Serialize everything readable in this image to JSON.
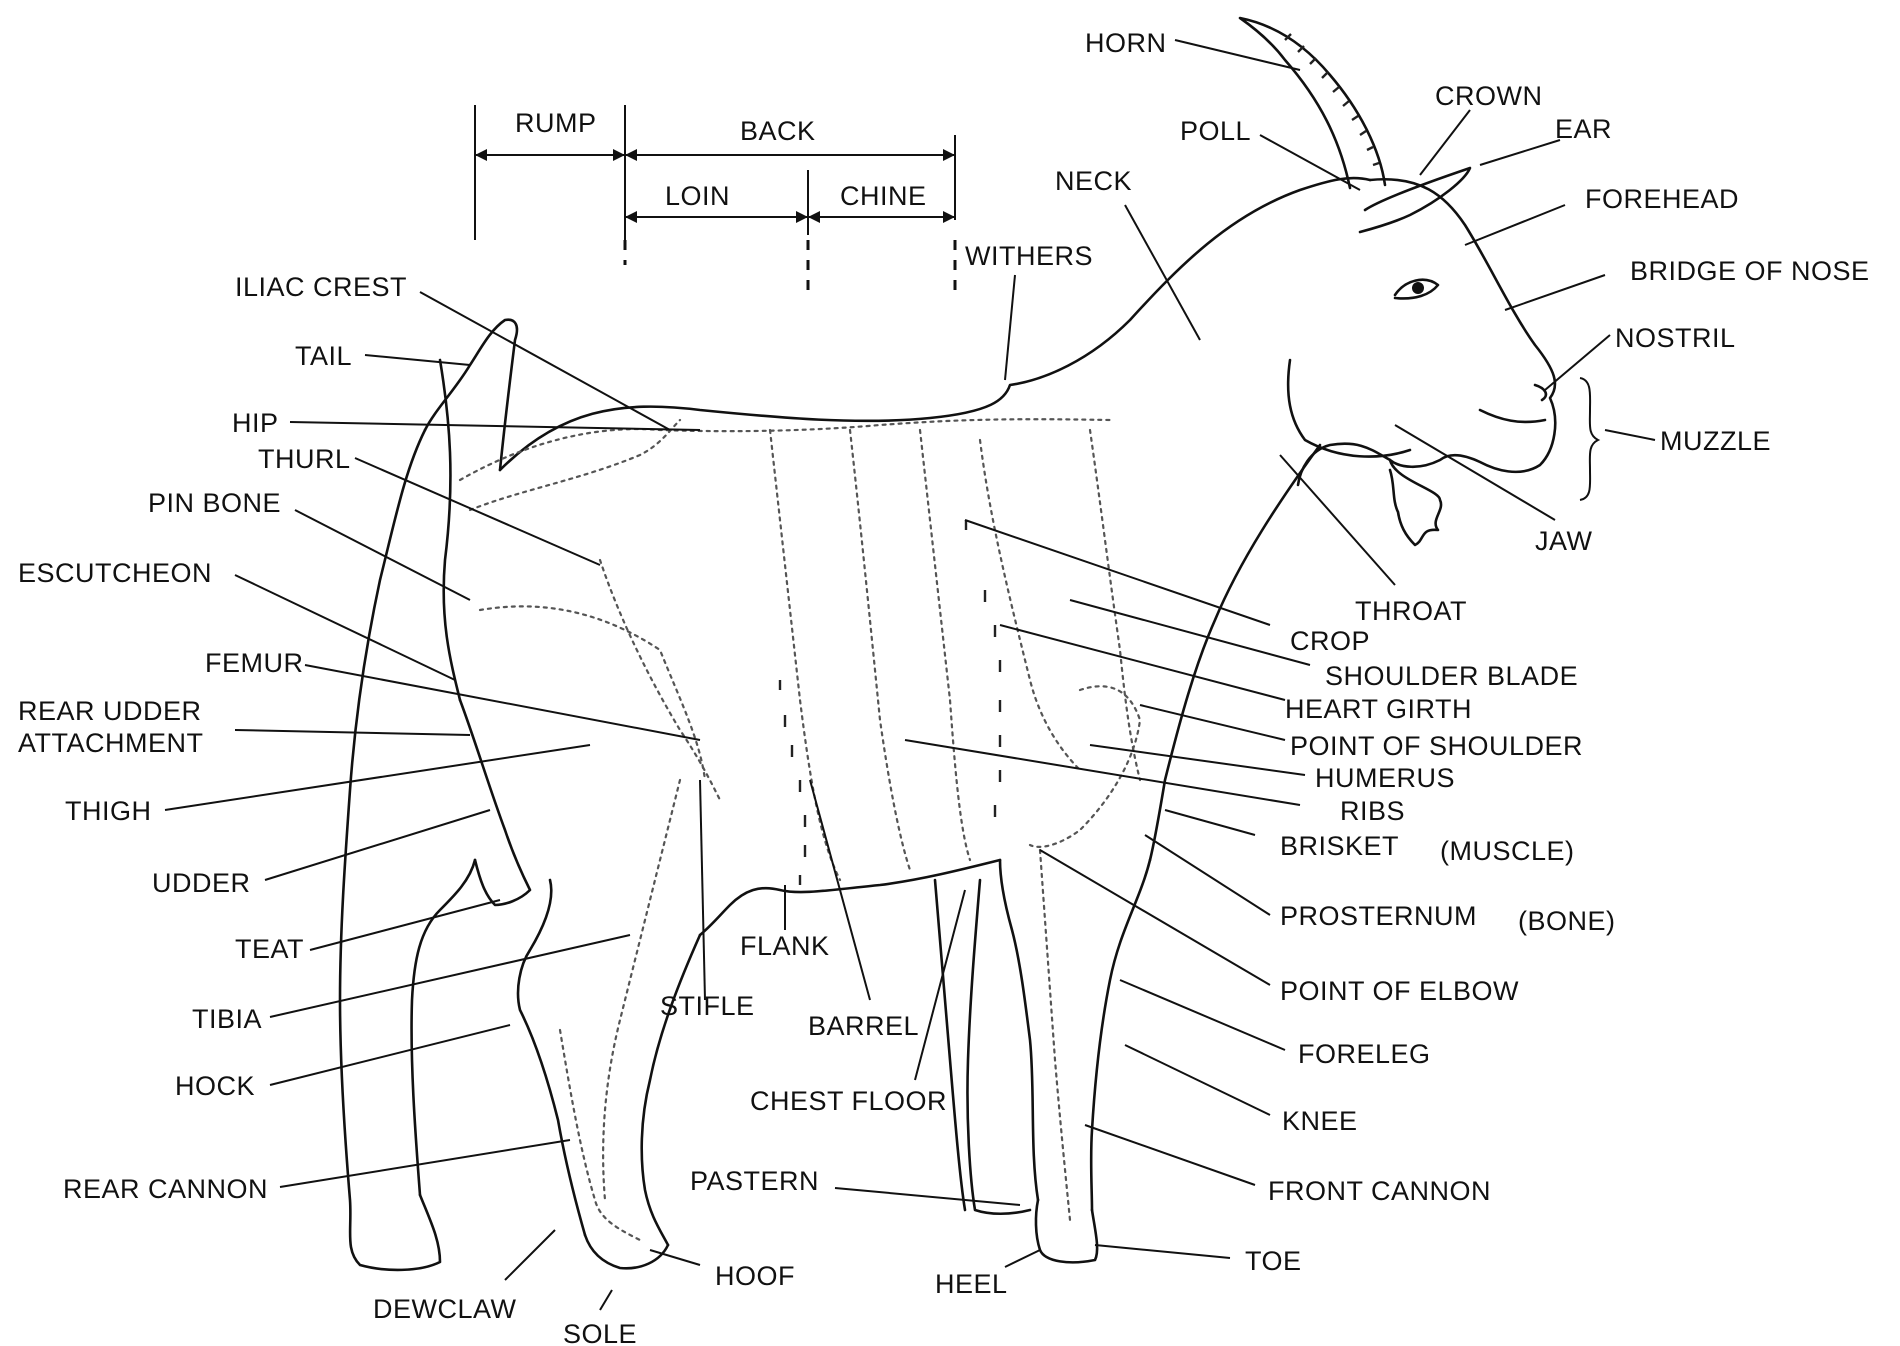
{
  "labels": {
    "horn": "HORN",
    "poll": "POLL",
    "crown": "CROWN",
    "ear": "EAR",
    "forehead": "FOREHEAD",
    "bridge_of_nose": "BRIDGE OF NOSE",
    "nostril": "NOSTRIL",
    "muzzle": "MUZZLE",
    "jaw": "JAW",
    "throat": "THROAT",
    "neck": "NECK",
    "withers": "WITHERS",
    "rump": "RUMP",
    "back": "BACK",
    "loin": "LOIN",
    "chine": "CHINE",
    "iliac_crest": "ILIAC CREST",
    "tail": "TAIL",
    "hip": "HIP",
    "thurl": "THURL",
    "pin_bone": "PIN BONE",
    "escutcheon": "ESCUTCHEON",
    "femur": "FEMUR",
    "rear_udder_line1": "REAR UDDER",
    "rear_udder_line2": "ATTACHMENT",
    "thigh": "THIGH",
    "udder": "UDDER",
    "teat": "TEAT",
    "tibia": "TIBIA",
    "hock": "HOCK",
    "rear_cannon": "REAR CANNON",
    "dewclaw": "DEWCLAW",
    "sole": "SOLE",
    "hoof": "HOOF",
    "pastern": "PASTERN",
    "heel": "HEEL",
    "toe": "TOE",
    "stifle": "STIFLE",
    "flank": "FLANK",
    "barrel": "BARREL",
    "chest_floor": "CHEST FLOOR",
    "crop": "CROP",
    "shoulder_blade": "SHOULDER BLADE",
    "heart_girth": "HEART GIRTH",
    "point_of_shoulder": "POINT OF SHOULDER",
    "humerus": "HUMERUS",
    "ribs": "RIBS",
    "brisket": "BRISKET",
    "brisket_note": "(MUSCLE)",
    "prosternum": "PROSTERNUM",
    "prosternum_note": "(BONE)",
    "point_of_elbow": "POINT OF ELBOW",
    "foreleg": "FORELEG",
    "knee": "KNEE",
    "front_cannon": "FRONT CANNON"
  }
}
